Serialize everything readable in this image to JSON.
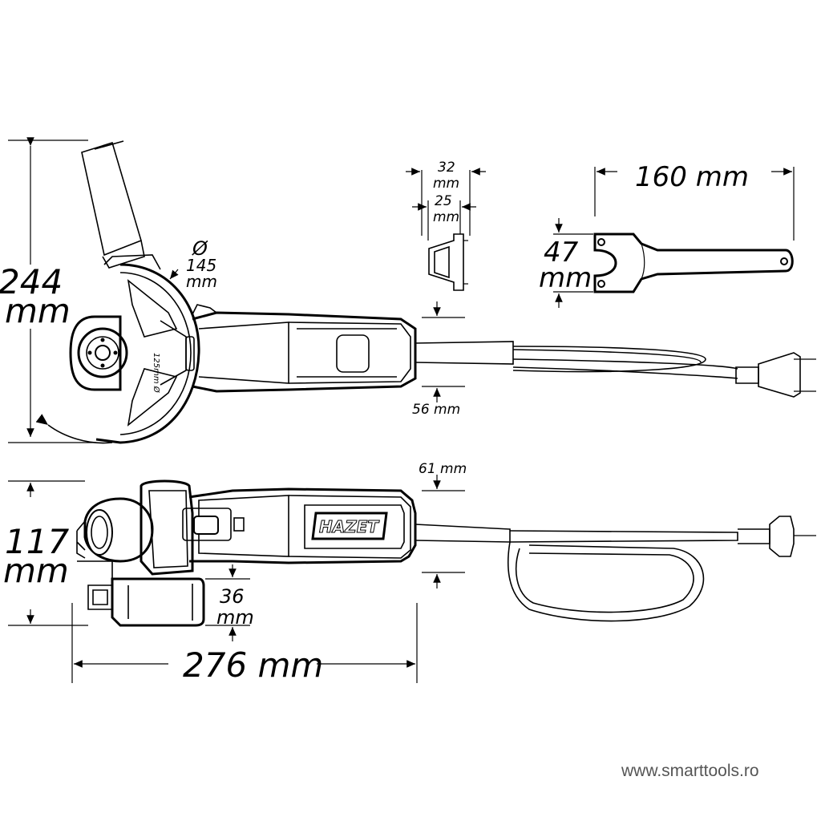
{
  "dimensions": {
    "height": "244",
    "height_unit": "mm",
    "disc_symbol": "Ø",
    "disc": "145",
    "disc_unit": "mm",
    "flange_outer": "32",
    "flange_outer_unit": "mm",
    "flange_inner": "25",
    "flange_inner_unit": "mm",
    "wrench_length": "160 mm",
    "wrench_width": "47",
    "wrench_width_unit": "mm",
    "grip_top": "56 mm",
    "grip_side": "61 mm",
    "depth": "117",
    "depth_unit": "mm",
    "guard": "36",
    "guard_unit": "mm",
    "length": "276 mm"
  },
  "branding": {
    "logo": "HAZET",
    "guard_marking": "125mm Ø"
  },
  "watermark": "www.smarttools.ro"
}
